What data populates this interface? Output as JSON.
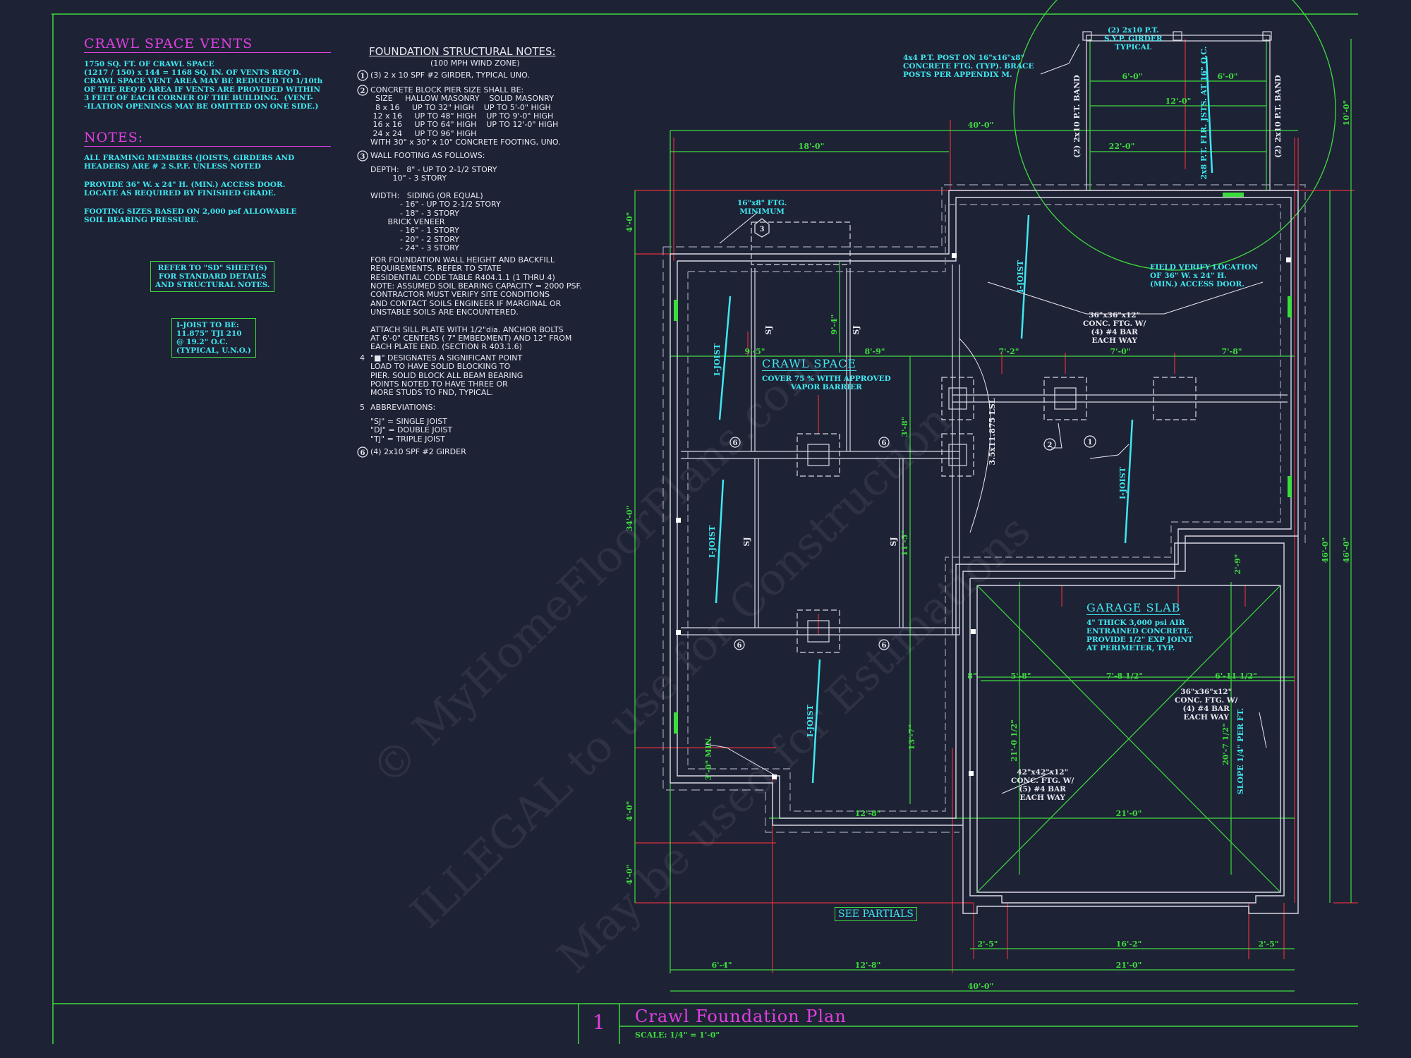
{
  "vents": {
    "title": "CRAWL SPACE VENTS",
    "body": "1750 SQ. FT. OF CRAWL SPACE\n(1217 / 150) x 144 = 1168 SQ. IN. OF VENTS REQ'D.\nCRAWL SPACE VENT AREA MAY BE REDUCED TO 1/10th\nOF THE REQ'D AREA IF VENTS ARE PROVIDED WITHIN\n3 FEET OF EACH CORNER OF THE BUILDING.  (VENT-\n-ILATION OPENINGS MAY BE OMITTED ON ONE SIDE.)"
  },
  "notes": {
    "title": "NOTES:",
    "n1": "ALL FRAMING MEMBERS (JOISTS, GIRDERS AND\nHEADERS) ARE # 2 S.P.F. UNLESS NOTED",
    "n2": "PROVIDE 36\" W. x 24\" H. (MIN.) ACCESS DOOR.\nLOCATE AS REQUIRED BY FINISHED GRADE.",
    "n3": "FOOTING SIZES BASED ON 2,000 psf ALLOWABLE\nSOIL BEARING PRESSURE."
  },
  "refer_box": "REFER TO \"SD\" SHEET(S)\nFOR STANDARD DETAILS\nAND STRUCTURAL NOTES.",
  "ijoist_box": "I-JOIST TO BE:\n11.875\" TJI 210\n@ 19.2\" O.C.\n(TYPICAL, U.N.O.)",
  "structural": {
    "title": "FOUNDATION STRUCTURAL NOTES:",
    "subtitle": "(100 MPH WIND ZONE)",
    "s1": "(3) 2 x 10 SPF #2 GIRDER, TYPICAL UNO.",
    "s2": "CONCRETE BLOCK PIER SIZE SHALL BE:\n  SIZE     HALLOW MASONRY    SOLID MASONRY\n  8 x 16     UP TO 32\" HIGH    UP TO 5'-0\" HIGH\n 12 x 16     UP TO 48\" HIGH    UP TO 9'-0\" HIGH\n 16 x 16     UP TO 64\" HIGH    UP TO 12'-0\" HIGH\n 24 x 24     UP TO 96\" HIGH\nWITH 30\" x 30\" x 10\" CONCRETE FOOTING, UNO.",
    "s3": "WALL FOOTING AS FOLLOWS:",
    "s3b": "DEPTH:   8\" - UP TO 2-1/2 STORY\n         10\" - 3 STORY\n\nWIDTH:   SIDING (OR EQUAL)\n            - 16\" - UP TO 2-1/2 STORY\n            - 18\" - 3 STORY\n       BRICK VENEER\n            - 16\" - 1 STORY\n            - 20\" - 2 STORY\n            - 24\" - 3 STORY",
    "s3c": "FOR FOUNDATION WALL HEIGHT AND BACKFILL\nREQUIREMENTS, REFER TO STATE\nRESIDENTIAL CODE TABLE R404.1.1 (1 THRU 4)\nNOTE: ASSUMED SOIL BEARING CAPACITY = 2000 PSF.\nCONTRACTOR MUST VERIFY SITE CONDITIONS\nAND CONTACT SOILS ENGINEER IF MARGINAL OR\nUNSTABLE SOILS ARE ENCOUNTERED.\n\nATTACH SILL PLATE WITH 1/2\"dia. ANCHOR BOLTS\nAT 6'-0\" CENTERS ( 7\" EMBEDMENT) AND 12\" FROM\nEACH PLATE END. (SECTION R 403.1.6)",
    "s4": "\"■\" DESIGNATES A SIGNIFICANT POINT\nLOAD TO HAVE SOLID BLOCKING TO\nPIER. SOLID BLOCK ALL BEAM BEARING\nPOINTS NOTED TO HAVE THREE OR\nMORE STUDS TO FND, TYPICAL.",
    "s5": "ABBREVIATIONS:",
    "s5b": "\"SJ\" = SINGLE JOIST\n\"DJ\" = DOUBLE JOIST\n\"TJ\" = TRIPLE JOIST",
    "s6": "(4) 2x10 SPF #2 GIRDER",
    "num1": "1",
    "num2": "2",
    "num3": "3",
    "num4": "4",
    "num5": "5",
    "num6": "6"
  },
  "plan": {
    "post_note": "4x4 P.T. POST ON 16\"x16\"x8\"\nCONCRETE FTG. (TYP). BRACE\nPOSTS PER APPENDIX M.",
    "deck_girder": "(2) 2x10 P.T.\nS.Y.P. GIRDER\nTYPICAL",
    "deck_band_l": "(2) 2x10 P.T. BAND",
    "deck_band_r": "(2) 2x10 P.T. BAND",
    "deck_joists": "2x8 P.T. FLR. JSTS.\nAT 16\" O.C.",
    "field_verify": "FIELD VERIFY LOCATION\nOF 36\" W. x 24\" H.\n(MIN.) ACCESS DOOR.",
    "ftg_min": "16\"x8\" FTG.\nMINIMUM",
    "conc_ftg1": "36\"x36\"x12\"\nCONC. FTG. W/\n(4) #4 BAR\nEACH WAY",
    "conc_ftg2": "36\"x36\"x12\"\nCONC. FTG. W/\n(4) #4 BAR\nEACH WAY",
    "conc_ftg3": "42\"x42\"x12\"\nCONC. FTG. W/\n(5) #4 BAR\nEACH WAY",
    "crawl_title": "CRAWL SPACE",
    "crawl_note": "COVER 75 % WITH APPROVED\nVAPOR BARRIER",
    "garage_title": "GARAGE SLAB",
    "garage_note": "4\" THICK 3,000 psi AIR\nENTRAINED CONCRETE.\nPROVIDE 1/2\" EXP JOINT\nAT PERIMETER, TYP.",
    "beam": "3.5x11.875 LSL",
    "slope": "SLOPE 1/4\" PER FT.",
    "see_partials": "SEE PARTIALS",
    "ijoist": "I-JOIST",
    "sj": "SJ",
    "min3": "3'-0\" MIN."
  },
  "dims": {
    "top_40": "40'-0\"",
    "top_18": "18'-0\"",
    "deck_6a": "6'-0\"",
    "deck_6b": "6'-0\"",
    "deck_12": "12'-0\"",
    "deck_22": "22'-0\"",
    "r1": "9'-5\"",
    "r2": "8'-9\"",
    "r3": "7'-2\"",
    "r4": "7'-0\"",
    "r5": "7'-8\"",
    "g1": "5'-8\"",
    "g2": "7'-8 1/2\"",
    "g3": "6'-11 1/2\"",
    "g4": "8\"",
    "b1": "12'-8\"",
    "b2": "21'-0\"",
    "bot_a": "2'-5\"",
    "bot_b": "16'-2\"",
    "bot_c": "2'-5\"",
    "bot_d": "6'-4\"",
    "bot_e": "12'-8\"",
    "bot_f": "21'-0\"",
    "bot_40": "40'-0\"",
    "left_4a": "4'-0\"",
    "left_34": "34'-0\"",
    "left_4b": "4'-0\"",
    "left_4c": "4'-0\"",
    "right_10": "10'-0\"",
    "right_46a": "46'-0\"",
    "right_46b": "46'-0\"",
    "v_9_4": "9'-4\"",
    "v_3_8": "3'-8\"",
    "v_11_5": "11'-5\"",
    "v_13_7": "13'-7\"",
    "v_2_9": "2'-9\"",
    "v_21": "21'-0 1/2\"",
    "v_20": "20'-7 1/2\""
  },
  "title_block": {
    "number": "1",
    "title": "Crawl Foundation Plan",
    "scale": "SCALE: 1/4\" = 1'-0\""
  },
  "watermark": {
    "l1": "© MyHomeFloorPlans.com",
    "l2": "ILLEGAL to use for Construction",
    "l3": "May be used for Estimations"
  },
  "colors": {
    "background": "#1e2235",
    "magenta": "#e040e0",
    "cyan": "#3ee8f0",
    "green": "#3ddc3d",
    "red": "#e0303a",
    "white": "#e8e8f0"
  }
}
